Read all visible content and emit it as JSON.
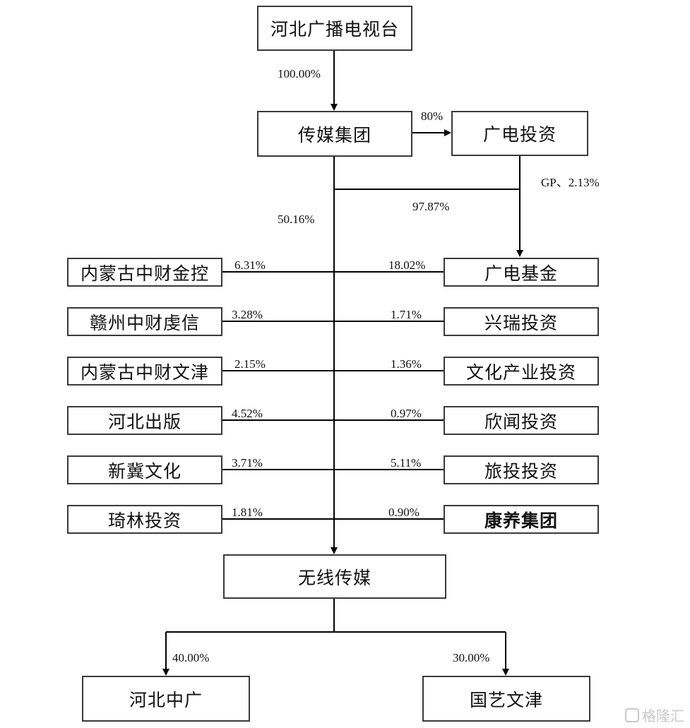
{
  "nodes": {
    "hebei_tv": "河北广播电视台",
    "media_group": "传媒集团",
    "guangdian_invest": "广电投资",
    "guangdian_fund": "广电基金",
    "neimenggu_jinkong": "内蒙古中财金控",
    "ganzhou_qianxin": "赣州中财虔信",
    "neimenggu_wenjin": "内蒙古中财文津",
    "hebei_publishing": "河北出版",
    "xinji_culture": "新冀文化",
    "qilin_invest": "琦林投资",
    "xingrui_invest": "兴瑞投资",
    "culture_industry_invest": "文化产业投资",
    "xinwen_invest": "欣闻投资",
    "lvtou_invest": "旅投投资",
    "kangyang_group": "康养集团",
    "wireless_media": "无线传媒",
    "hebei_zhongguang": "河北中广",
    "guoyi_wenjin": "国艺文津"
  },
  "edges": {
    "tv_to_media_group": "100.00%",
    "media_group_to_guangdian_invest": "80%",
    "guangdian_invest_gp": "GP、2.13%",
    "media_group_to_fund": "97.87%",
    "media_group_to_wireless": "50.16%",
    "neimenggu_jinkong": "6.31%",
    "ganzhou_qianxin": "3.28%",
    "neimenggu_wenjin": "2.15%",
    "hebei_publishing": "4.52%",
    "xinji_culture": "3.71%",
    "qilin_invest": "1.81%",
    "guangdian_fund": "18.02%",
    "xingrui_invest": "1.71%",
    "culture_industry_invest": "1.36%",
    "xinwen_invest": "0.97%",
    "lvtou_invest": "5.11%",
    "kangyang_group": "0.90%",
    "wireless_to_zhongguang": "40.00%",
    "wireless_to_guoyi": "30.00%"
  },
  "watermark": "格隆汇",
  "colors": {
    "line": "#000000",
    "border": "#3a3a3a"
  }
}
